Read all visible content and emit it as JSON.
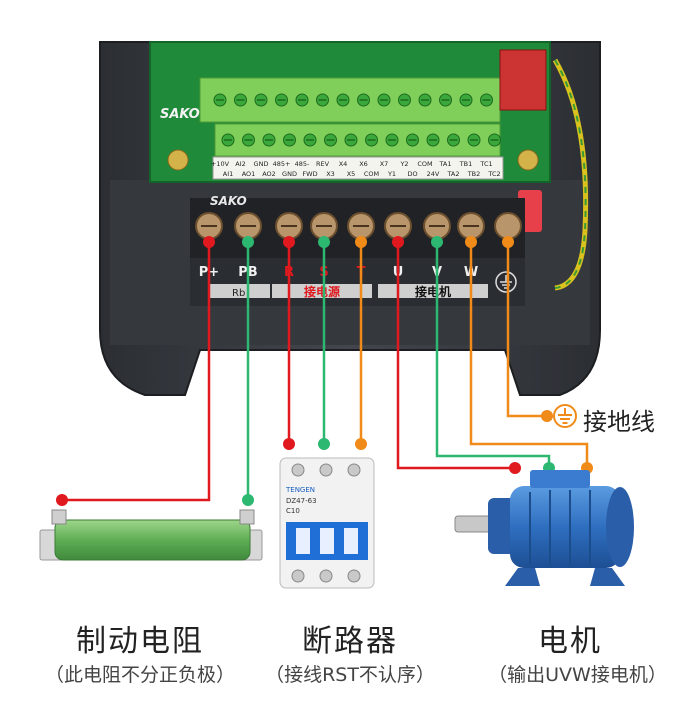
{
  "brand": "SAKO",
  "control_terminals_top": [
    "+10V",
    "AI2",
    "GND",
    "485+",
    "485-",
    "REV",
    "X4",
    "X6",
    "X7",
    "Y2",
    "COM",
    "TA1",
    "TB1",
    "TC1"
  ],
  "control_terminals_bottom": [
    "AI1",
    "AO1",
    "AO2",
    "GND",
    "FWD",
    "X3",
    "X5",
    "COM",
    "Y1",
    "DO",
    "24V",
    "TA2",
    "TB2",
    "TC2"
  ],
  "power_terminals": [
    "P+",
    "PB",
    "R",
    "S",
    "T",
    "U",
    "V",
    "W"
  ],
  "group_labels": {
    "brake": "Rb",
    "power_in": "接电源",
    "motor_out": "接电机"
  },
  "ground_label": "接地线",
  "breaker_model": "DZ47-63",
  "breaker_rating": "C10",
  "breaker_brand": "TENGEN",
  "components": [
    {
      "title": "制动电阻",
      "note": "（此电阻不分正负极）"
    },
    {
      "title": "断路器",
      "note": "（接线RST不认序）"
    },
    {
      "title": "电机",
      "note": "（输出UVW接电机）"
    }
  ],
  "colors": {
    "red": "#e0191e",
    "green": "#2db872",
    "orange": "#f08a18",
    "device_body": "#3a3d42",
    "pcb_green": "#1f8a3a",
    "motor_blue": "#2f6fc0"
  }
}
